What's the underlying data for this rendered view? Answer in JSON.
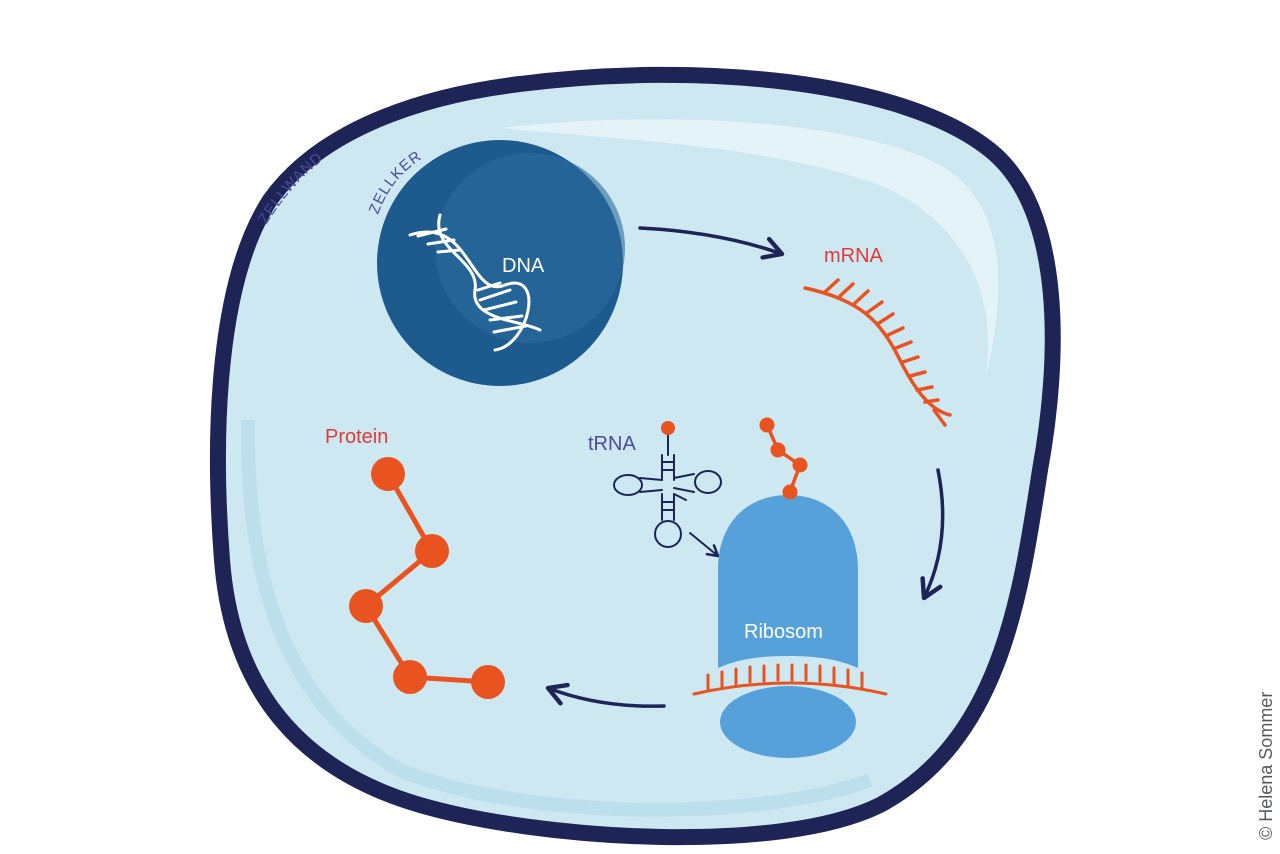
{
  "diagram": {
    "labels": {
      "cell_wall": "ZELLWAND",
      "nucleus": "ZELLKERN",
      "dna": "DNA",
      "mrna": "mRNA",
      "trna": "tRNA",
      "ribosome": "Ribosom",
      "protein": "Protein"
    },
    "credit": "© Helena Sommer"
  },
  "colors": {
    "cell_wall": "#1e2456",
    "cytoplasm": "#cde8f1",
    "nucleus": "#1d5a8e",
    "ribosome": "#56a1d9",
    "rna_orange": "#e8531f",
    "label_purple": "#4b4b9a",
    "label_red": "#e03a3a",
    "arrow": "#1e2456"
  },
  "icons": [
    "dna-helix-icon",
    "mrna-strand-icon",
    "trna-icon",
    "amino-acid-chain-icon"
  ]
}
